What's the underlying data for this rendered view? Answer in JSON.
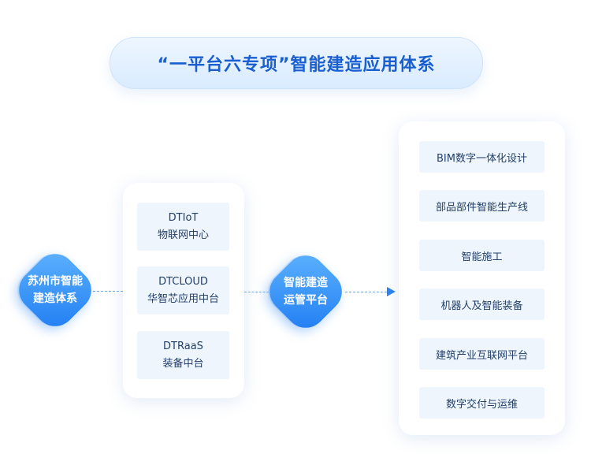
{
  "title": "“一平台六专项”智能建造应用体系",
  "left_node": {
    "line1": "苏州市智能",
    "line2": "建造体系"
  },
  "middle_items": [
    {
      "line1": "DTIoT",
      "line2": "物联网中心"
    },
    {
      "line1": "DTCLOUD",
      "line2": "华智芯应用中台"
    },
    {
      "line1": "DTRaaS",
      "line2": "装备中台"
    }
  ],
  "center_node": {
    "line1": "智能建造",
    "line2": "运管平台"
  },
  "right_items": [
    "BIM数字一体化设计",
    "部品部件智能生产线",
    "智能施工",
    "机器人及智能装备",
    "建筑产业互联网平台",
    "数字交付与运维"
  ],
  "colors": {
    "accent": "#1f7cf2",
    "title_text": "#1a5fd0",
    "box_fill": "#eef5fd",
    "connector": "#6aa8ec"
  }
}
